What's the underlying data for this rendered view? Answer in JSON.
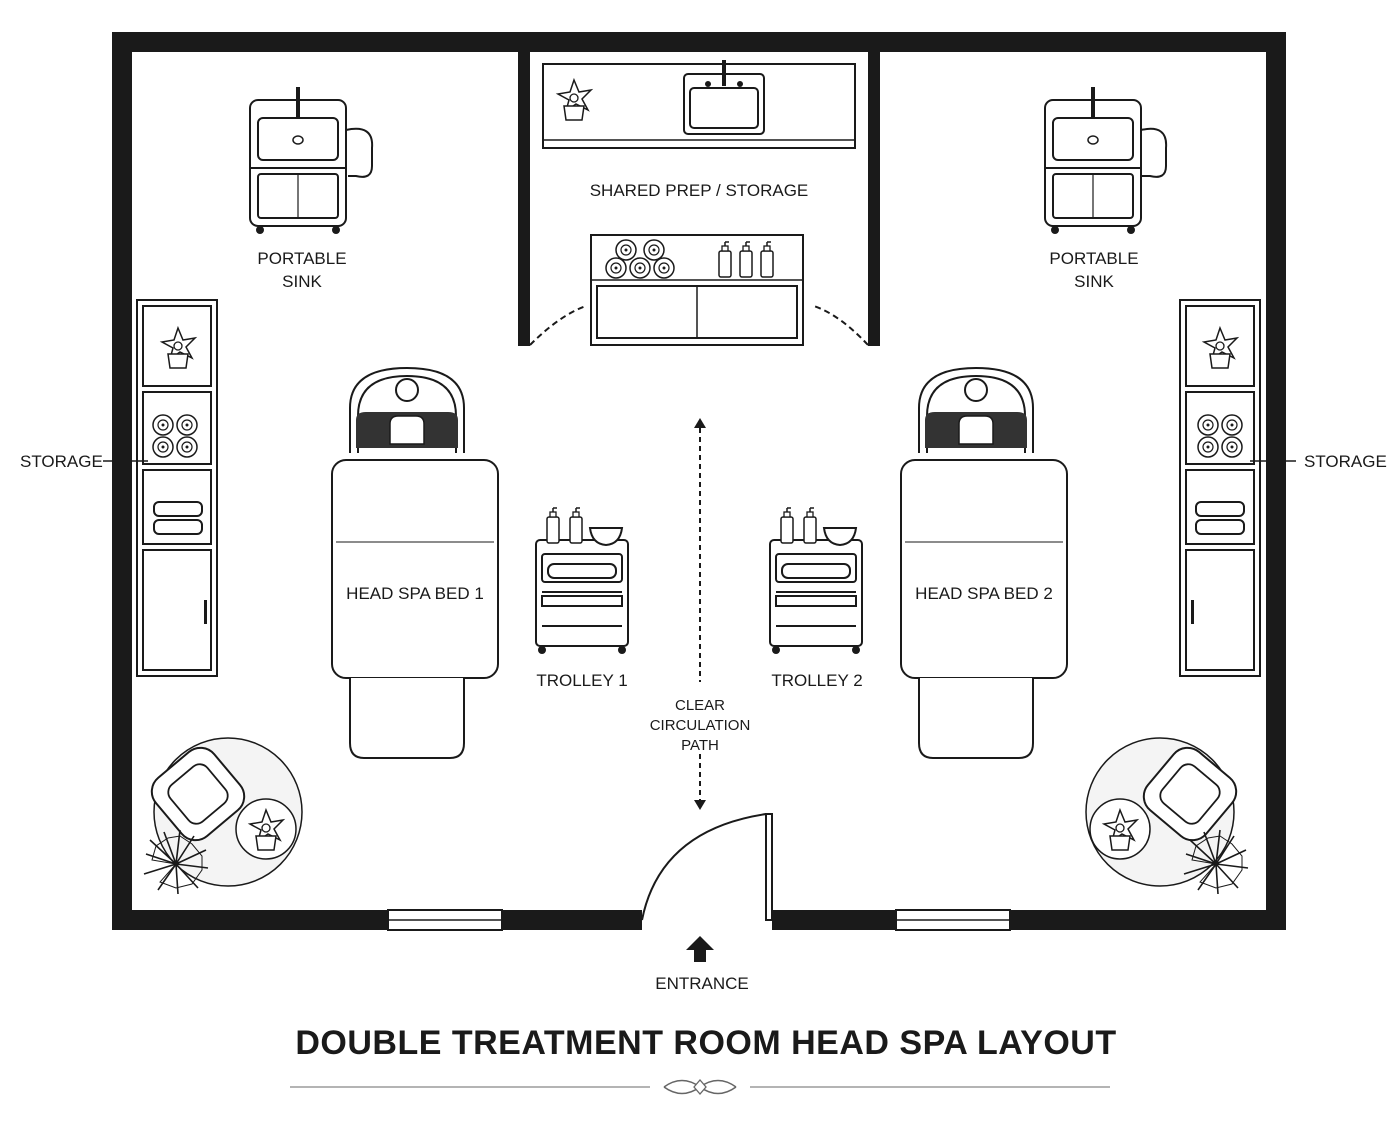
{
  "labels": {
    "shared_prep": "SHARED PREP / STORAGE",
    "sink_left_line1": "PORTABLE",
    "sink_left_line2": "SINK",
    "sink_right_line1": "PORTABLE",
    "sink_right_line2": "SINK",
    "storage_left": "STORAGE",
    "storage_right": "STORAGE",
    "bed_1": "HEAD SPA BED 1",
    "bed_2": "HEAD SPA BED 2",
    "trolley_1": "TROLLEY 1",
    "trolley_2": "TROLLEY 2",
    "circulation_line1": "CLEAR",
    "circulation_line2": "CIRCULATION",
    "circulation_line3": "PATH",
    "entrance": "ENTRANCE"
  },
  "title": "DOUBLE TREATMENT ROOM HEAD SPA LAYOUT",
  "colors": {
    "wall": "#1a1a1a",
    "headrest": "#333333",
    "background": "#ffffff"
  },
  "icons": [
    "plant-icon",
    "towel-icon",
    "bottle-icon",
    "bowl-icon",
    "faucet-icon",
    "entrance-arrow-icon",
    "ornament-icon"
  ]
}
